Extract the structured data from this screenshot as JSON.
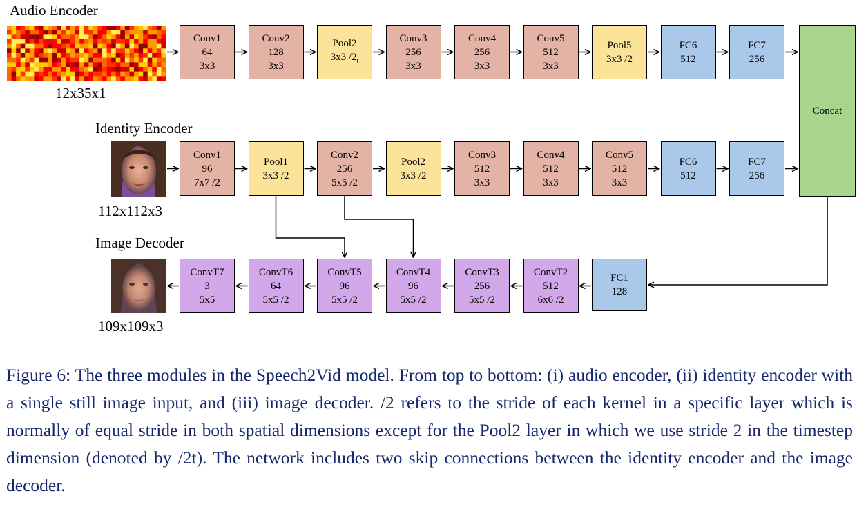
{
  "sections": {
    "audio": "Audio Encoder",
    "identity": "Identity Encoder",
    "decoder": "Image Decoder"
  },
  "dims": {
    "audio": "12x35x1",
    "identity": "112x112x3",
    "decoder": "109x109x3"
  },
  "audio_layers": [
    {
      "lines": [
        "Conv1",
        "64",
        "3x3"
      ],
      "kind": "conv"
    },
    {
      "lines": [
        "Conv2",
        "128",
        "3x3"
      ],
      "kind": "conv"
    },
    {
      "lines": [
        "Pool2",
        "3x3 /2",
        ""
      ],
      "sub": "t",
      "kind": "pool"
    },
    {
      "lines": [
        "Conv3",
        "256",
        "3x3"
      ],
      "kind": "conv"
    },
    {
      "lines": [
        "Conv4",
        "256",
        "3x3"
      ],
      "kind": "conv"
    },
    {
      "lines": [
        "Conv5",
        "512",
        "3x3"
      ],
      "kind": "conv"
    },
    {
      "lines": [
        "Pool5",
        "3x3 /2",
        ""
      ],
      "kind": "pool"
    },
    {
      "lines": [
        "FC6",
        "512",
        ""
      ],
      "kind": "fc"
    },
    {
      "lines": [
        "FC7",
        "256",
        ""
      ],
      "kind": "fc"
    }
  ],
  "identity_layers": [
    {
      "lines": [
        "Conv1",
        "96",
        "7x7 /2"
      ],
      "kind": "conv"
    },
    {
      "lines": [
        "Pool1",
        "3x3 /2",
        ""
      ],
      "kind": "pool"
    },
    {
      "lines": [
        "Conv2",
        "256",
        "5x5 /2"
      ],
      "kind": "conv"
    },
    {
      "lines": [
        "Pool2",
        "3x3 /2",
        ""
      ],
      "kind": "pool"
    },
    {
      "lines": [
        "Conv3",
        "512",
        "3x3"
      ],
      "kind": "conv"
    },
    {
      "lines": [
        "Conv4",
        "512",
        "3x3"
      ],
      "kind": "conv"
    },
    {
      "lines": [
        "Conv5",
        "512",
        "3x3"
      ],
      "kind": "conv"
    },
    {
      "lines": [
        "FC6",
        "512",
        ""
      ],
      "kind": "fc"
    },
    {
      "lines": [
        "FC7",
        "256",
        ""
      ],
      "kind": "fc"
    }
  ],
  "decoder_layers": [
    {
      "lines": [
        "ConvT7",
        "3",
        "5x5"
      ],
      "kind": "convt"
    },
    {
      "lines": [
        "ConvT6",
        "64",
        "5x5 /2"
      ],
      "kind": "convt"
    },
    {
      "lines": [
        "ConvT5",
        "96",
        "5x5 /2"
      ],
      "kind": "convt"
    },
    {
      "lines": [
        "ConvT4",
        "96",
        "5x5 /2"
      ],
      "kind": "convt"
    },
    {
      "lines": [
        "ConvT3",
        "256",
        "5x5 /2"
      ],
      "kind": "convt"
    },
    {
      "lines": [
        "ConvT2",
        "512",
        "6x6 /2"
      ],
      "kind": "convt"
    },
    {
      "lines": [
        "FC1",
        "128",
        ""
      ],
      "kind": "fc"
    }
  ],
  "concat_label": "Concat",
  "caption": "Figure 6: The three modules in the Speech2Vid model. From top to bottom: (i) audio encoder, (ii) identity encoder with a single still image input, and (iii) image decoder. /2 refers to the stride of each kernel in a specific layer which is normally of equal stride in both spatial dimensions except for the Pool2 layer in which we use stride 2 in the timestep dimension (denoted by /2t). The network includes two skip connections between the identity encoder and the image decoder.",
  "colors": {
    "conv": "#e3b4a5",
    "pool": "#fbe39a",
    "fc": "#a9c8ea",
    "convt": "#d3a8ea",
    "concat": "#a8d48e",
    "caption": "#17296e"
  }
}
